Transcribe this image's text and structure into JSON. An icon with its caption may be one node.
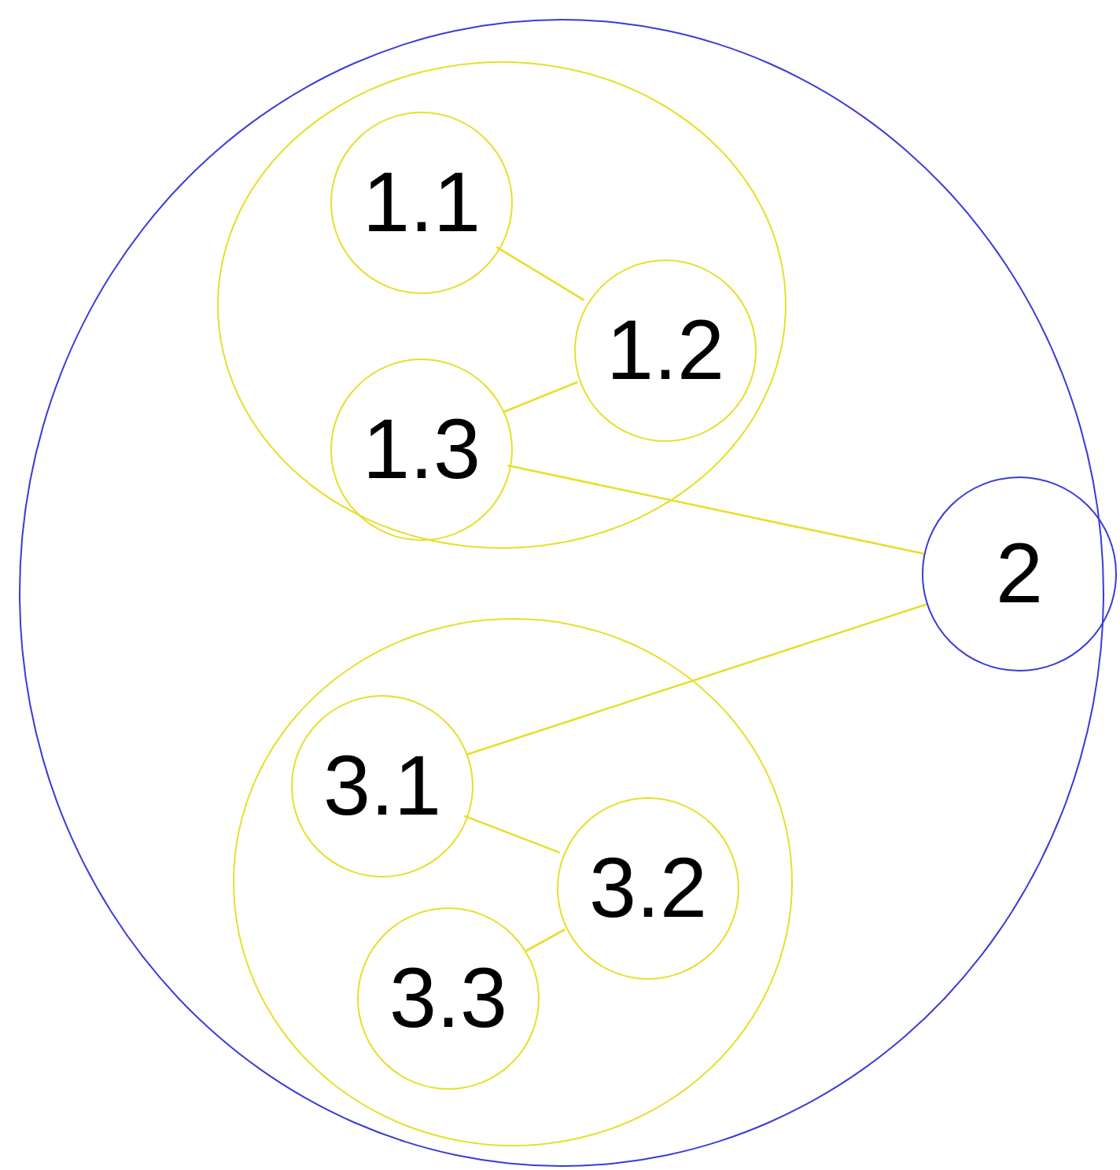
{
  "diagram": {
    "nodes": [
      {
        "text": [],
        "shape": "circle"
      },
      {
        "text": [],
        "shape": "circle",
        "in": 0
      },
      {
        "text": [
          "1.1"
        ],
        "in": 1
      },
      {
        "text": [
          "1.2"
        ],
        "in": 1
      },
      {
        "text": [
          "1.3"
        ],
        "in": 1
      },
      {
        "text": [
          "2"
        ]
      },
      {
        "text": [],
        "shape": "circle",
        "in": 0
      },
      {
        "text": [
          "3.1"
        ],
        "in": 6
      },
      {
        "text": [
          "3.2"
        ],
        "in": 6
      },
      {
        "text": [
          "3.3"
        ],
        "in": 6
      }
    ],
    "edges": [
      {
        "from": 2,
        "to": 3,
        "arrow": "none"
      },
      {
        "from": 3,
        "to": 4,
        "arrow": "none"
      },
      {
        "from": 4,
        "to": 5,
        "arrow": "none"
      },
      {
        "from": 5,
        "to": 7,
        "arrow": "none"
      },
      {
        "from": 7,
        "to": 8,
        "arrow": "none"
      },
      {
        "from": 8,
        "to": 9,
        "arrow": "none"
      }
    ]
  }
}
